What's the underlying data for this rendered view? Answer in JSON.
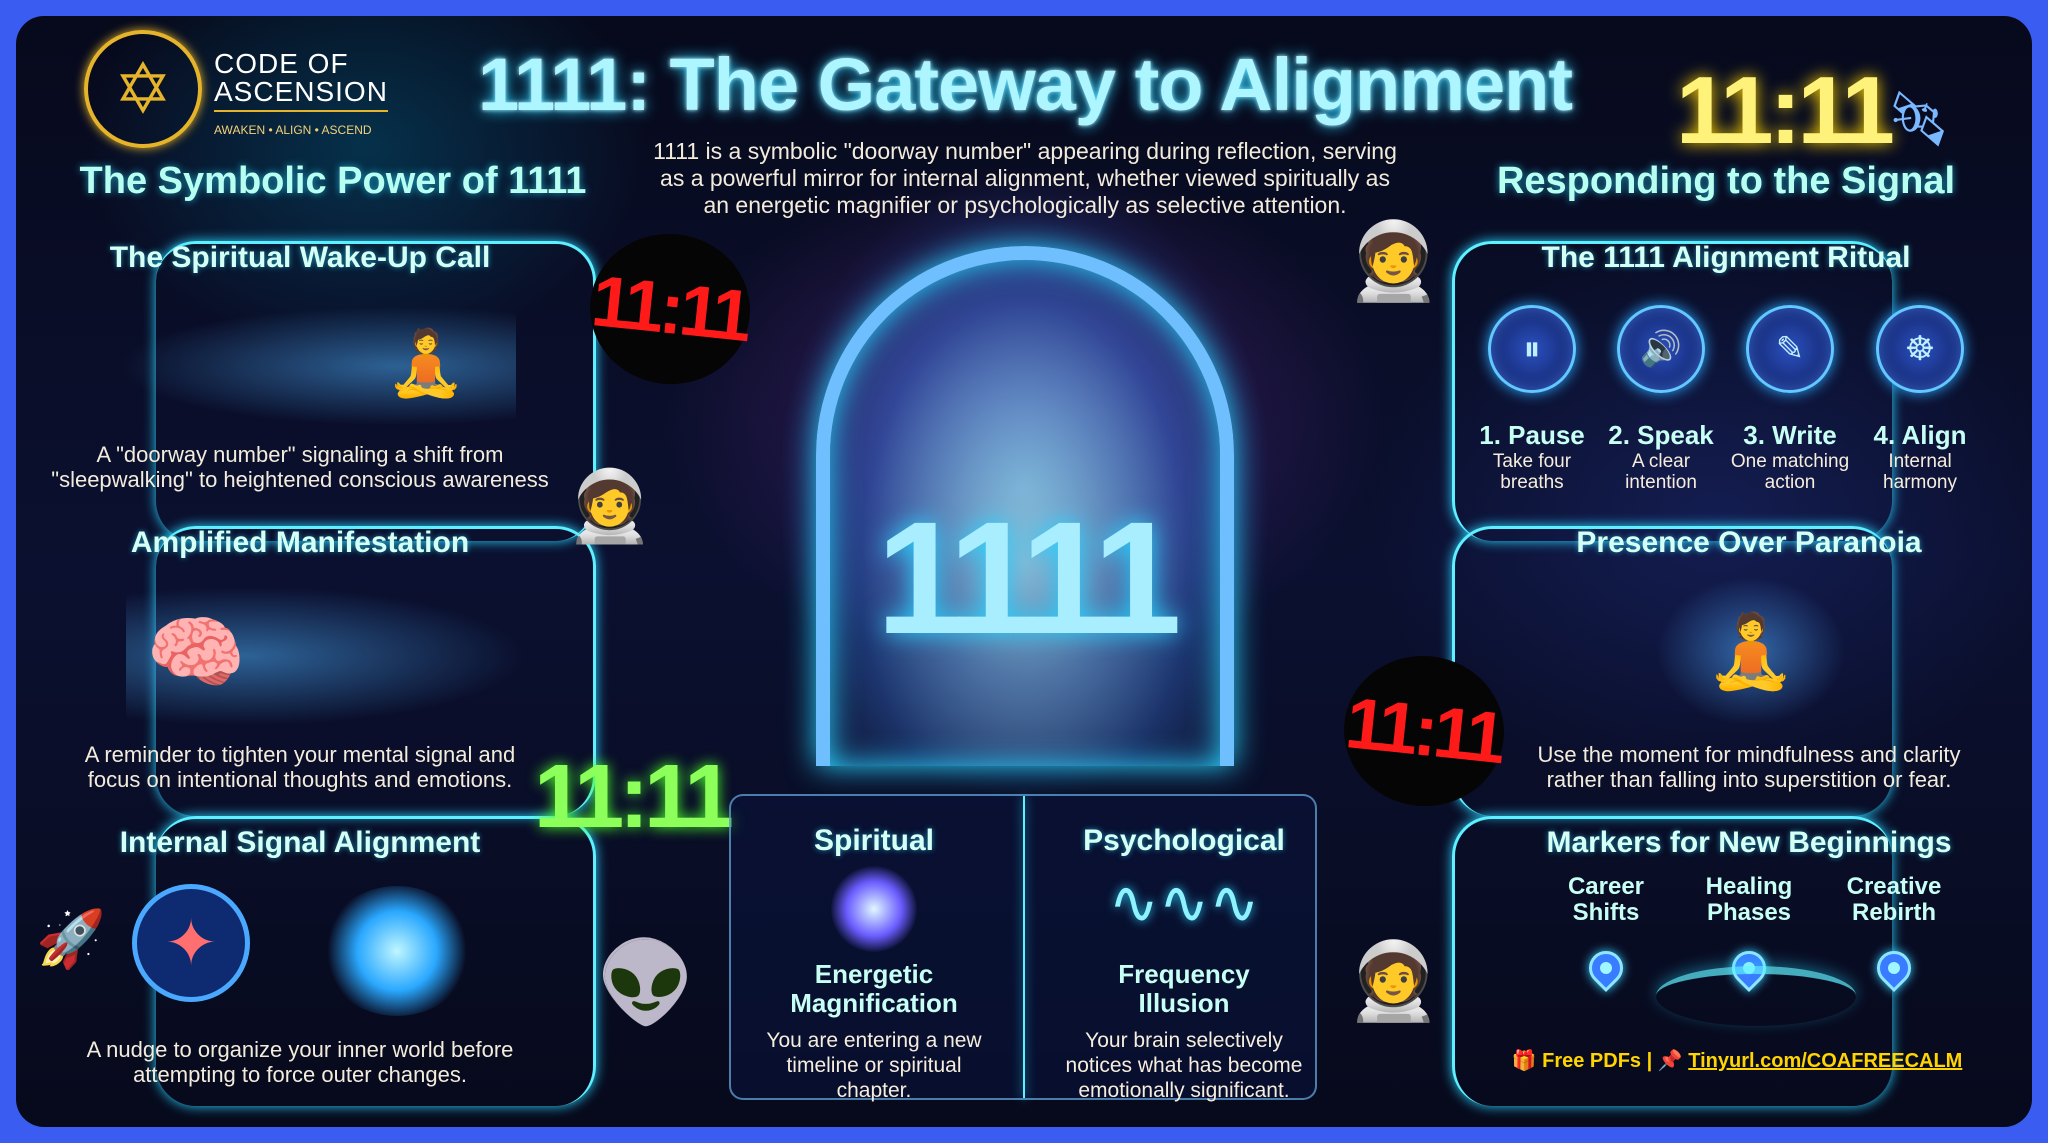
{
  "brand": {
    "name_line1": "CODE OF",
    "name_line2": "ASCENSION",
    "tagline": "AWAKEN • ALIGN • ASCEND"
  },
  "title": "1111: The Gateway to Alignment",
  "intro": [
    "1111 is a symbolic \"doorway number\" appearing during reflection, serving",
    "as a powerful mirror for internal alignment, whether viewed spiritually as",
    "an energetic magnifier or psychologically as selective attention."
  ],
  "decor": {
    "clock_yellow": "11:11",
    "sticker_red": "11:11",
    "clock_green": "11:11",
    "gate_number": "1111"
  },
  "left": {
    "heading": "The Symbolic Power of 1111",
    "sections": [
      {
        "title": "The Spiritual Wake-Up Call",
        "desc": [
          "A \"doorway number\" signaling a shift from",
          "\"sleepwalking\" to heightened conscious awareness"
        ]
      },
      {
        "title": "Amplified Manifestation",
        "desc": [
          "A reminder to tighten your mental signal and",
          "focus on intentional thoughts and emotions."
        ]
      },
      {
        "title": "Internal Signal Alignment",
        "desc": [
          "A nudge to organize your inner world before",
          "attempting to force outer changes."
        ]
      }
    ]
  },
  "right": {
    "heading": "Responding to the Signal",
    "ritual": {
      "title": "The 1111 Alignment Ritual",
      "steps": [
        {
          "label": "1. Pause",
          "sub": [
            "Take four",
            "breaths"
          ],
          "icon": "pause-icon"
        },
        {
          "label": "2. Speak",
          "sub": [
            "A clear",
            "intention"
          ],
          "icon": "speaker-icon"
        },
        {
          "label": "3. Write",
          "sub": [
            "One matching",
            "action"
          ],
          "icon": "quill-icon"
        },
        {
          "label": "4. Align",
          "sub": [
            "Internal",
            "harmony"
          ],
          "icon": "meditation-icon"
        }
      ]
    },
    "presence": {
      "title": "Presence Over Paranoia",
      "desc": [
        "Use the moment for mindfulness and clarity",
        "rather than falling into superstition or fear."
      ]
    },
    "markers": {
      "title": "Markers for New Beginnings",
      "items": [
        [
          "Career",
          "Shifts"
        ],
        [
          "Healing",
          "Phases"
        ],
        [
          "Creative",
          "Rebirth"
        ]
      ]
    },
    "footer": {
      "text": "Free PDFs |",
      "link": "Tinyurl.com/COAFREECALM"
    }
  },
  "center": {
    "spiritual": {
      "heading": "Spiritual",
      "sub": [
        "Energetic",
        "Magnification"
      ],
      "desc": [
        "You are entering a new",
        "timeline or spiritual",
        "chapter."
      ]
    },
    "psychological": {
      "heading": "Psychological",
      "sub": [
        "Frequency",
        "Illusion"
      ],
      "desc": [
        "Your brain selectively",
        "notices what has become",
        "emotionally significant."
      ]
    }
  },
  "colors": {
    "frame": "#3a5cf0",
    "accent": "#5ef0ff",
    "title": "#aef6ff",
    "sticker": "#ff1a1a",
    "link": "#ffd400"
  }
}
